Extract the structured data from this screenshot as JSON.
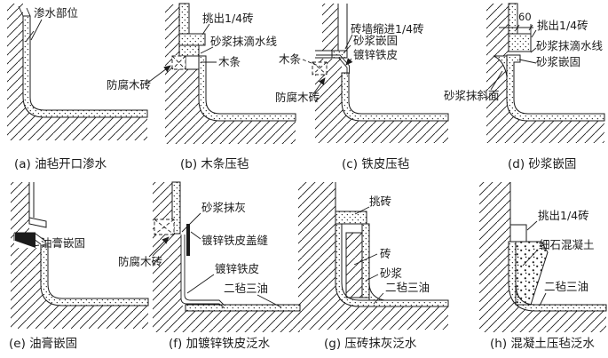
{
  "diagram": {
    "background": "#ffffff",
    "line_color": "#1b1b1b",
    "panels": [
      {
        "id": "a",
        "caption": "(a) 油毡开口渗水",
        "labels": {
          "seepage": "渗水部位"
        }
      },
      {
        "id": "b",
        "caption": "(b) 木条压毡",
        "labels": {
          "overhang": "挑出1/4砖",
          "drip": "砂浆抹滴水线",
          "batten": "木条",
          "wood_brick": "防腐木砖"
        }
      },
      {
        "id": "c",
        "caption": "(c) 铁皮压毡",
        "labels": {
          "recess": "砖墙缩进1/4砖",
          "mortar_fix": "砂浆嵌固",
          "iron": "镀锌铁皮",
          "batten": "木条",
          "wood_brick": "防腐木砖"
        }
      },
      {
        "id": "d",
        "caption": "(d) 砂浆嵌固",
        "labels": {
          "dim": "60",
          "overhang": "挑出1/4砖",
          "drip": "砂浆抹滴水线",
          "mortar_fix": "砂浆嵌固",
          "slope": "砂浆抹斜面"
        }
      },
      {
        "id": "e",
        "caption": "(e) 油膏嵌固",
        "labels": {
          "paste": "油膏嵌固"
        }
      },
      {
        "id": "f",
        "caption": "(f) 加镀锌铁皮泛水",
        "labels": {
          "plaster": "砂浆抹灰",
          "cover_seam": "镀锌铁皮盖缝",
          "iron": "镀锌铁皮",
          "felt": "二毡三油",
          "wood_brick": "防腐木砖"
        }
      },
      {
        "id": "g",
        "caption": "(g) 压砖抹灰泛水",
        "labels": {
          "overhang_brick": "挑砖",
          "brick": "砖",
          "mortar": "砂浆",
          "felt": "二毡三油"
        }
      },
      {
        "id": "h",
        "caption": "(h) 混凝土压毡泛水",
        "labels": {
          "overhang": "挑出1/4砖",
          "concrete": "细石混凝土",
          "felt": "二毡三油"
        }
      }
    ]
  }
}
